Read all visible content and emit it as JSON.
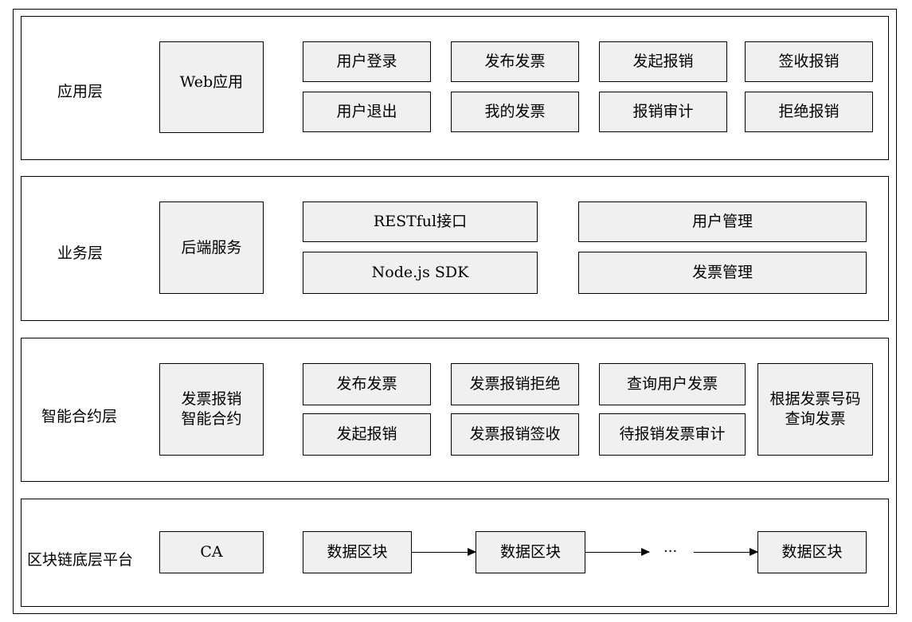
{
  "layers": [
    {
      "label": "应用层",
      "main": "Web应用",
      "items": [
        "用户登录",
        "发布发票",
        "发起报销",
        "签收报销",
        "用户退出",
        "我的发票",
        "报销审计",
        "拒绝报销"
      ]
    },
    {
      "label": "业务层",
      "main": "后端服务",
      "items": [
        "RESTful接口",
        "用户管理",
        "Node.js SDK",
        "发票管理"
      ]
    },
    {
      "label": "智能合约层",
      "main": "发票报销\n智能合约",
      "items": [
        "发布发票",
        "发票报销拒绝",
        "查询用户发票",
        "根据发票号码\n查询发票",
        "发起报销",
        "发票报销签收",
        "待报销发票审计"
      ]
    },
    {
      "label": "区块链底层平台",
      "main": "CA",
      "items": [
        "数据区块",
        "数据区块",
        "···",
        "数据区块"
      ]
    }
  ]
}
